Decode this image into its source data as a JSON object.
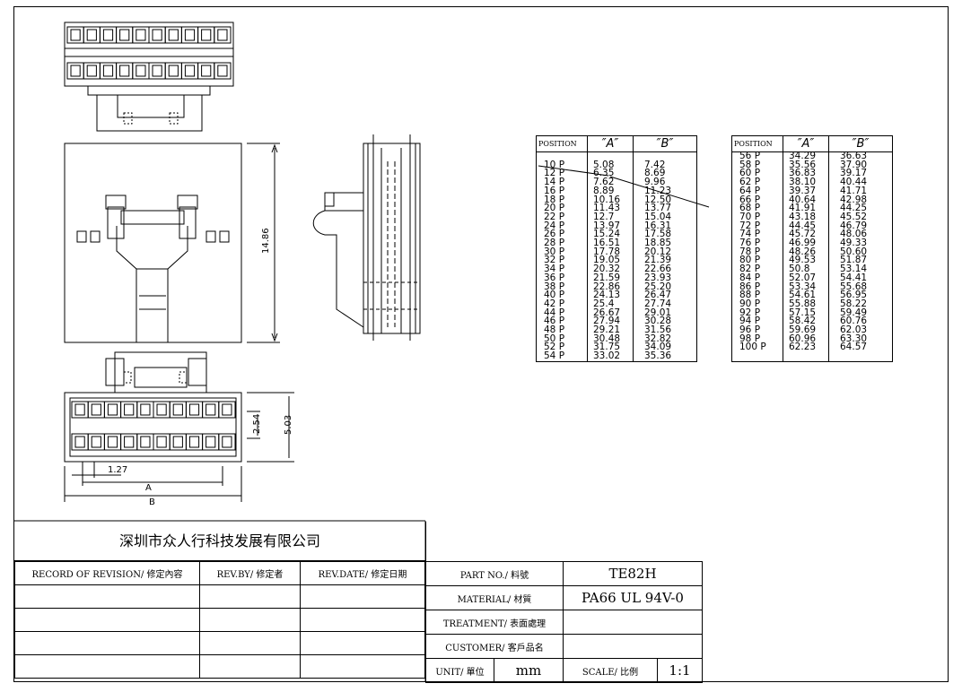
{
  "dimensions": {
    "height": "14.86",
    "row_pitch": "2.54",
    "overall": "5.03",
    "pitch": "1.27",
    "label_a": "A",
    "label_b": "B"
  },
  "table": {
    "headers": {
      "position": "POSITION",
      "a": "″A″",
      "b": "″B″"
    },
    "left": [
      {
        "pos": "",
        "a": "",
        "b": ""
      },
      {
        "pos": "10 P",
        "a": "5.08",
        "b": "7.42"
      },
      {
        "pos": "12 P",
        "a": "6.35",
        "b": "8.69"
      },
      {
        "pos": "14 P",
        "a": "7.62",
        "b": "9.96"
      },
      {
        "pos": "16 P",
        "a": "8.89",
        "b": "11.23"
      },
      {
        "pos": "18 P",
        "a": "10.16",
        "b": "12.50"
      },
      {
        "pos": "20 P",
        "a": "11.43",
        "b": "13.77"
      },
      {
        "pos": "22 P",
        "a": "12.7",
        "b": "15.04"
      },
      {
        "pos": "24 P",
        "a": "13.97",
        "b": "16.31"
      },
      {
        "pos": "26 P",
        "a": "15.24",
        "b": "17.58"
      },
      {
        "pos": "28 P",
        "a": "16.51",
        "b": "18.85"
      },
      {
        "pos": "30 P",
        "a": "17.78",
        "b": "20.12"
      },
      {
        "pos": "32 P",
        "a": "19.05",
        "b": "21.39"
      },
      {
        "pos": "34 P",
        "a": "20.32",
        "b": "22.66"
      },
      {
        "pos": "36 P",
        "a": "21.59",
        "b": "23.93"
      },
      {
        "pos": "38 P",
        "a": "22.86",
        "b": "25.20"
      },
      {
        "pos": "40 P",
        "a": "24.13",
        "b": "26.47"
      },
      {
        "pos": "42 P",
        "a": "25.4",
        "b": "27.74"
      },
      {
        "pos": "44 P",
        "a": "26.67",
        "b": "29.01"
      },
      {
        "pos": "46 P",
        "a": "27.94",
        "b": "30.28"
      },
      {
        "pos": "48 P",
        "a": "29.21",
        "b": "31.56"
      },
      {
        "pos": "50 P",
        "a": "30.48",
        "b": "32.82"
      },
      {
        "pos": "52 P",
        "a": "31.75",
        "b": "34.09"
      },
      {
        "pos": "54 P",
        "a": "33.02",
        "b": "35.36"
      }
    ],
    "right": [
      {
        "pos": "56 P",
        "a": "34.29",
        "b": "36.63"
      },
      {
        "pos": "58 P",
        "a": "35.56",
        "b": "37.90"
      },
      {
        "pos": "60 P",
        "a": "36.83",
        "b": "39.17"
      },
      {
        "pos": "62 P",
        "a": "38.10",
        "b": "40.44"
      },
      {
        "pos": "64 P",
        "a": "39.37",
        "b": "41.71"
      },
      {
        "pos": "66 P",
        "a": "40.64",
        "b": "42.98"
      },
      {
        "pos": "68 P",
        "a": "41.91",
        "b": "44.25"
      },
      {
        "pos": "70 P",
        "a": "43.18",
        "b": "45.52"
      },
      {
        "pos": "72 P",
        "a": "44.45",
        "b": "46.79"
      },
      {
        "pos": "74 P",
        "a": "45.72",
        "b": "48.06"
      },
      {
        "pos": "76 P",
        "a": "46.99",
        "b": "49.33"
      },
      {
        "pos": "78 P",
        "a": "48.26",
        "b": "50.60"
      },
      {
        "pos": "80 P",
        "a": "49.53",
        "b": "51.87"
      },
      {
        "pos": "82 P",
        "a": "50.8",
        "b": "53.14"
      },
      {
        "pos": "84 P",
        "a": "52.07",
        "b": "54.41"
      },
      {
        "pos": "86 P",
        "a": "53.34",
        "b": "55.68"
      },
      {
        "pos": "88 P",
        "a": "54.61",
        "b": "56.95"
      },
      {
        "pos": "90 P",
        "a": "55.88",
        "b": "58.22"
      },
      {
        "pos": "92 P",
        "a": "57.15",
        "b": "59.49"
      },
      {
        "pos": "94 P",
        "a": "58.42",
        "b": "60.76"
      },
      {
        "pos": "96 P",
        "a": "59.69",
        "b": "62.03"
      },
      {
        "pos": "98 P",
        "a": "60.96",
        "b": "63.30"
      },
      {
        "pos": "100 P",
        "a": "62.23",
        "b": "64.57"
      },
      {
        "pos": "",
        "a": "",
        "b": ""
      }
    ]
  },
  "title_block": {
    "company": "深圳市众人行科技发展有限公司",
    "record_of_revision": "RECORD OF REVISION/  修定內容",
    "rev_by": "REV.BY/ 修定者",
    "rev_date": "REV.DATE/ 修定日期",
    "part_no_label": "PART NO./ 料號",
    "part_no": "TE82H",
    "material_label": "MATERIAL/ 材質",
    "material": "PA66 UL 94V-0",
    "treatment_label": "TREATMENT/ 表面處理",
    "customer_label": "CUSTOMER/ 客戶品名",
    "unit_label": "UNIT/ 單位",
    "unit": "mm",
    "scale_label": "SCALE/ 比例",
    "scale": "1:1"
  }
}
